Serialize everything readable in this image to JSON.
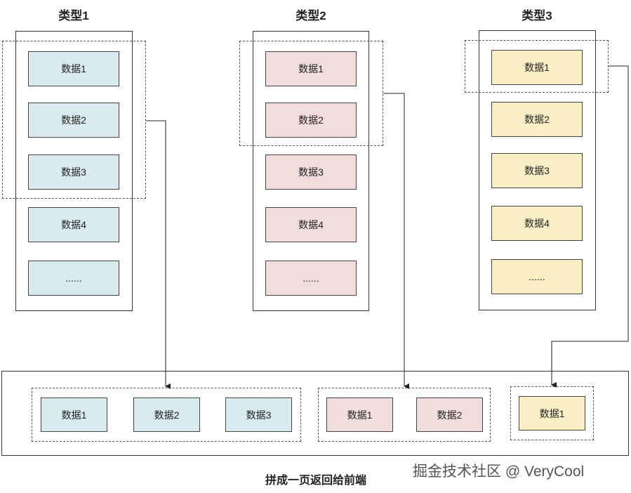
{
  "columns": [
    {
      "title": "类型1",
      "items": [
        "数据1",
        "数据2",
        "数据3",
        "数据4",
        "......"
      ]
    },
    {
      "title": "类型2",
      "items": [
        "数据1",
        "数据2",
        "数据3",
        "数据4",
        "......"
      ]
    },
    {
      "title": "类型3",
      "items": [
        "数据1",
        "数据2",
        "数据3",
        "数据4",
        "......"
      ]
    }
  ],
  "result_groups": [
    {
      "items": [
        "数据1",
        "数据2",
        "数据3"
      ]
    },
    {
      "items": [
        "数据1",
        "数据2"
      ]
    },
    {
      "items": [
        "数据1"
      ]
    }
  ],
  "caption": "拼成一页返回给前端",
  "watermark": "掘金技术社区 @ VeryCool",
  "colors": {
    "type1": "#d9eaf0",
    "type2": "#f3dcdc",
    "type3": "#fbefc6"
  }
}
